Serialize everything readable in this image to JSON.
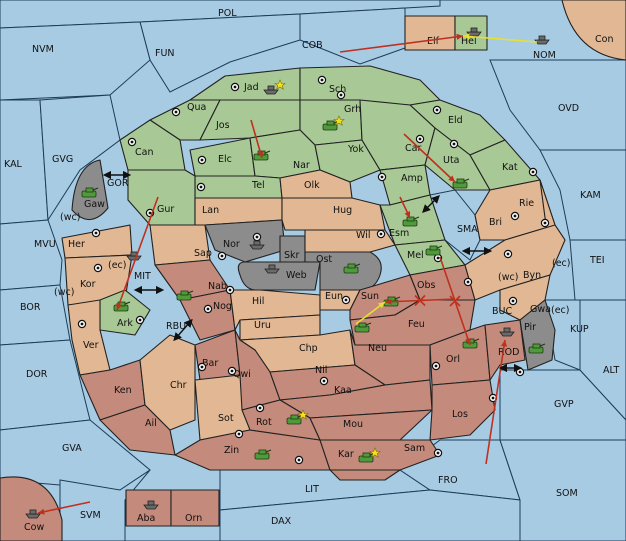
{
  "labels": [
    {
      "id": "pol",
      "text": "POL"
    },
    {
      "id": "fun",
      "text": "FUN"
    },
    {
      "id": "nvm",
      "text": "NVM"
    },
    {
      "id": "cob",
      "text": "COB"
    },
    {
      "id": "elf",
      "text": "Elf"
    },
    {
      "id": "hel",
      "text": "Hel"
    },
    {
      "id": "con",
      "text": "Con"
    },
    {
      "id": "nom",
      "text": "NOM"
    },
    {
      "id": "ovd",
      "text": "OVD"
    },
    {
      "id": "jad",
      "text": "Jad"
    },
    {
      "id": "sch",
      "text": "Sch"
    },
    {
      "id": "qua",
      "text": "Qua"
    },
    {
      "id": "grh",
      "text": "Grh"
    },
    {
      "id": "jos",
      "text": "Jos"
    },
    {
      "id": "eld",
      "text": "Eld"
    },
    {
      "id": "can",
      "text": "Can"
    },
    {
      "id": "yok",
      "text": "Yok"
    },
    {
      "id": "car",
      "text": "Car"
    },
    {
      "id": "kal",
      "text": "KAL"
    },
    {
      "id": "gvg",
      "text": "GVG"
    },
    {
      "id": "elc",
      "text": "Elc"
    },
    {
      "id": "nar",
      "text": "Nar"
    },
    {
      "id": "uta",
      "text": "Uta"
    },
    {
      "id": "kat",
      "text": "Kat"
    },
    {
      "id": "tel",
      "text": "Tel"
    },
    {
      "id": "olk",
      "text": "Olk"
    },
    {
      "id": "amp",
      "text": "Amp"
    },
    {
      "id": "kam",
      "text": "KAM"
    },
    {
      "id": "gor",
      "text": "GOR"
    },
    {
      "id": "gaw",
      "text": "Gaw"
    },
    {
      "id": "gur",
      "text": "Gur"
    },
    {
      "id": "lan",
      "text": "Lan"
    },
    {
      "id": "hug",
      "text": "Hug"
    },
    {
      "id": "rie",
      "text": "Rie"
    },
    {
      "id": "bri",
      "text": "Bri"
    },
    {
      "id": "wc1",
      "text": "(wc)"
    },
    {
      "id": "esm",
      "text": "Esm"
    },
    {
      "id": "sma",
      "text": "SMA"
    },
    {
      "id": "mvu",
      "text": "MVU"
    },
    {
      "id": "her",
      "text": "Her"
    },
    {
      "id": "nor",
      "text": "Nor"
    },
    {
      "id": "wil",
      "text": "Wil"
    },
    {
      "id": "skr",
      "text": "Skr"
    },
    {
      "id": "tei",
      "text": "TEI"
    },
    {
      "id": "sap",
      "text": "Sap"
    },
    {
      "id": "ec1",
      "text": "(ec)"
    },
    {
      "id": "ost",
      "text": "Ost"
    },
    {
      "id": "mel",
      "text": "Mel"
    },
    {
      "id": "wc2",
      "text": "(wc)"
    },
    {
      "id": "byn",
      "text": "Byn"
    },
    {
      "id": "ec2",
      "text": "(ec)"
    },
    {
      "id": "mit",
      "text": "MIT"
    },
    {
      "id": "web",
      "text": "Web"
    },
    {
      "id": "kor",
      "text": "Kor"
    },
    {
      "id": "nab",
      "text": "Nab"
    },
    {
      "id": "obs",
      "text": "Obs"
    },
    {
      "id": "wc3",
      "text": "(wc)"
    },
    {
      "id": "bor",
      "text": "BOR"
    },
    {
      "id": "eun",
      "text": "Eun"
    },
    {
      "id": "gwa",
      "text": "Gwa"
    },
    {
      "id": "ec3",
      "text": "(ec)"
    },
    {
      "id": "hil",
      "text": "Hil"
    },
    {
      "id": "sun",
      "text": "Sun"
    },
    {
      "id": "nog",
      "text": "Nog"
    },
    {
      "id": "buc",
      "text": "BUC"
    },
    {
      "id": "ark",
      "text": "Ark"
    },
    {
      "id": "pir",
      "text": "Pir"
    },
    {
      "id": "kup",
      "text": "KUP"
    },
    {
      "id": "rbu",
      "text": "RBU"
    },
    {
      "id": "uru",
      "text": "Uru"
    },
    {
      "id": "feu",
      "text": "Feu"
    },
    {
      "id": "ver",
      "text": "Ver"
    },
    {
      "id": "chp",
      "text": "Chp"
    },
    {
      "id": "neu",
      "text": "Neu"
    },
    {
      "id": "orl",
      "text": "Orl"
    },
    {
      "id": "rod",
      "text": "ROD"
    },
    {
      "id": "bar",
      "text": "Bar"
    },
    {
      "id": "dor",
      "text": "DOR"
    },
    {
      "id": "qwi",
      "text": "Qwi"
    },
    {
      "id": "nil",
      "text": "Nil"
    },
    {
      "id": "alt",
      "text": "ALT"
    },
    {
      "id": "ken",
      "text": "Ken"
    },
    {
      "id": "chr",
      "text": "Chr"
    },
    {
      "id": "kaa",
      "text": "Kaa"
    },
    {
      "id": "gvp",
      "text": "GVP"
    },
    {
      "id": "los",
      "text": "Los"
    },
    {
      "id": "ail",
      "text": "Ail"
    },
    {
      "id": "sot",
      "text": "Sot"
    },
    {
      "id": "rot",
      "text": "Rot"
    },
    {
      "id": "mou",
      "text": "Mou"
    },
    {
      "id": "gva",
      "text": "GVA"
    },
    {
      "id": "sam",
      "text": "Sam"
    },
    {
      "id": "zin",
      "text": "Zin"
    },
    {
      "id": "kar",
      "text": "Kar"
    },
    {
      "id": "fro",
      "text": "FRO"
    },
    {
      "id": "lit",
      "text": "LIT"
    },
    {
      "id": "som",
      "text": "SOM"
    },
    {
      "id": "svm",
      "text": "SVM"
    },
    {
      "id": "aba",
      "text": "Aba"
    },
    {
      "id": "orn",
      "text": "Orn"
    },
    {
      "id": "dax",
      "text": "DAX"
    },
    {
      "id": "cow",
      "text": "Cow"
    }
  ],
  "supply_centres": [
    "jad",
    "sch",
    "qua",
    "grh",
    "eld",
    "can",
    "car",
    "uta",
    "kat",
    "elc",
    "tel",
    "amp",
    "gur",
    "bri",
    "rie",
    "her",
    "nor",
    "wil",
    "sap",
    "mel",
    "byn",
    "kor",
    "nab",
    "obs",
    "eun",
    "gwa",
    "nog",
    "ark",
    "orl",
    "ver",
    "bar",
    "qwi",
    "ken",
    "chr",
    "kaa",
    "rot",
    "los",
    "zin",
    "kar",
    "sam",
    "rod"
  ],
  "units": [
    {
      "loc": "jad",
      "owner": "grey",
      "type": "fleet",
      "starred": true
    },
    {
      "loc": "grh",
      "owner": "green",
      "type": "army",
      "starred": true
    },
    {
      "loc": "elc",
      "owner": "green",
      "type": "army",
      "starred": false
    },
    {
      "loc": "uta",
      "owner": "green",
      "type": "army",
      "starred": false
    },
    {
      "loc": "gaw",
      "owner": "green",
      "type": "army",
      "starred": false
    },
    {
      "loc": "esm",
      "owner": "green",
      "type": "army",
      "starred": false
    },
    {
      "loc": "mel",
      "owner": "green",
      "type": "army",
      "starred": false
    },
    {
      "loc": "ost",
      "owner": "green",
      "type": "army",
      "starred": false
    },
    {
      "loc": "nor",
      "owner": "grey",
      "type": "fleet",
      "starred": false
    },
    {
      "loc": "web",
      "owner": "grey",
      "type": "fleet",
      "starred": false
    },
    {
      "loc": "nab",
      "owner": "green",
      "type": "army",
      "starred": false
    },
    {
      "loc": "ark",
      "owner": "green",
      "type": "army",
      "starred": false
    },
    {
      "loc": "sun",
      "owner": "green",
      "type": "army",
      "starred": false
    },
    {
      "loc": "feu",
      "owner": "green",
      "type": "army",
      "starred": false
    },
    {
      "loc": "orl",
      "owner": "green",
      "type": "army",
      "starred": false
    },
    {
      "loc": "pir",
      "owner": "green",
      "type": "army",
      "starred": false
    },
    {
      "loc": "rot",
      "owner": "green",
      "type": "army",
      "starred": true
    },
    {
      "loc": "zin",
      "owner": "green",
      "type": "army",
      "starred": false
    },
    {
      "loc": "kar",
      "owner": "green",
      "type": "army",
      "starred": true
    },
    {
      "loc": "hel",
      "owner": "grey",
      "type": "fleet",
      "starred": false
    },
    {
      "loc": "nom",
      "owner": "grey",
      "type": "fleet",
      "starred": false
    },
    {
      "loc": "cow",
      "owner": "grey",
      "type": "fleet",
      "starred": false
    },
    {
      "loc": "aba",
      "owner": "grey",
      "type": "fleet",
      "starred": false
    },
    {
      "loc": "gor",
      "owner": "grey",
      "type": "fleet",
      "starred": false
    },
    {
      "loc": "buc",
      "owner": "grey",
      "type": "fleet",
      "starred": false
    }
  ],
  "orders": [
    {
      "from": "cob",
      "to": "hel",
      "color": "red",
      "failed": false
    },
    {
      "from": "nom",
      "to": "hel",
      "color": "yellow",
      "failed": false
    },
    {
      "from": "jos",
      "to": "elc",
      "color": "red",
      "failed": false
    },
    {
      "from": "car",
      "to": "uta",
      "color": "red",
      "failed": false
    },
    {
      "from": "amp",
      "to": "esm",
      "color": "red",
      "failed": false
    },
    {
      "from": "gur",
      "to": "ark",
      "color": "red",
      "failed": false
    },
    {
      "from": "mel",
      "to": "orl",
      "color": "red",
      "failed": true
    },
    {
      "from": "obs",
      "to": "sun",
      "color": "red",
      "failed": true
    },
    {
      "from": "hil",
      "to": "sun",
      "color": "yellow",
      "failed": false
    },
    {
      "from": "los",
      "to": "rod",
      "color": "red",
      "failed": false
    },
    {
      "from": "svm",
      "to": "cow",
      "color": "red",
      "failed": false
    }
  ],
  "colors": {
    "green": "#a8c995",
    "tan": "#e2b894",
    "rust": "#c48a7b",
    "grey": "#8c8c8c",
    "sea": "#a8cbe4",
    "order_red": "#c0301e",
    "order_yellow": "#e8e030",
    "unit_green": "#4f9a3a",
    "unit_grey": "#6a6a6a"
  }
}
